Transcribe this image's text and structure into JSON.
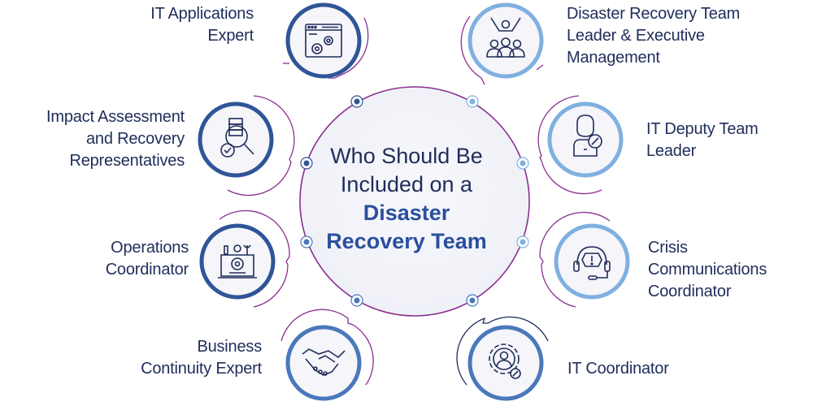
{
  "center": {
    "line1": "Who Should Be",
    "line2": "Included on a",
    "line3": "Disaster",
    "line4": "Recovery Team"
  },
  "colors": {
    "dark_blue": "#2f5597",
    "light_blue": "#7fb0e0",
    "purple": "#8a2f8f",
    "text": "#1f2d5a",
    "accent_text": "#2a4f9e"
  },
  "roles": [
    {
      "id": "it-applications-expert",
      "lines": [
        "IT Applications",
        "Expert"
      ],
      "icon": "app-window-gears-icon"
    },
    {
      "id": "dr-team-leader",
      "lines": [
        "Disaster Recovery Team",
        "Leader & Executive",
        "Management"
      ],
      "icon": "team-leader-group-icon"
    },
    {
      "id": "impact-assessment",
      "lines": [
        "Impact Assessment",
        "and Recovery",
        "Representatives"
      ],
      "icon": "server-magnifier-gear-icon"
    },
    {
      "id": "it-deputy-team-leader",
      "lines": [
        "IT Deputy Team",
        "Leader"
      ],
      "icon": "technician-wrench-icon"
    },
    {
      "id": "operations-coordinator",
      "lines": [
        "Operations",
        "Coordinator"
      ],
      "icon": "workbench-tools-icon"
    },
    {
      "id": "crisis-communications",
      "lines": [
        "Crisis",
        "Communications",
        "Coordinator"
      ],
      "icon": "headset-alert-icon"
    },
    {
      "id": "business-continuity",
      "lines": [
        "Business",
        "Continuity Expert"
      ],
      "icon": "handshake-icon"
    },
    {
      "id": "it-coordinator",
      "lines": [
        "IT Coordinator"
      ],
      "icon": "gear-person-icon"
    }
  ]
}
